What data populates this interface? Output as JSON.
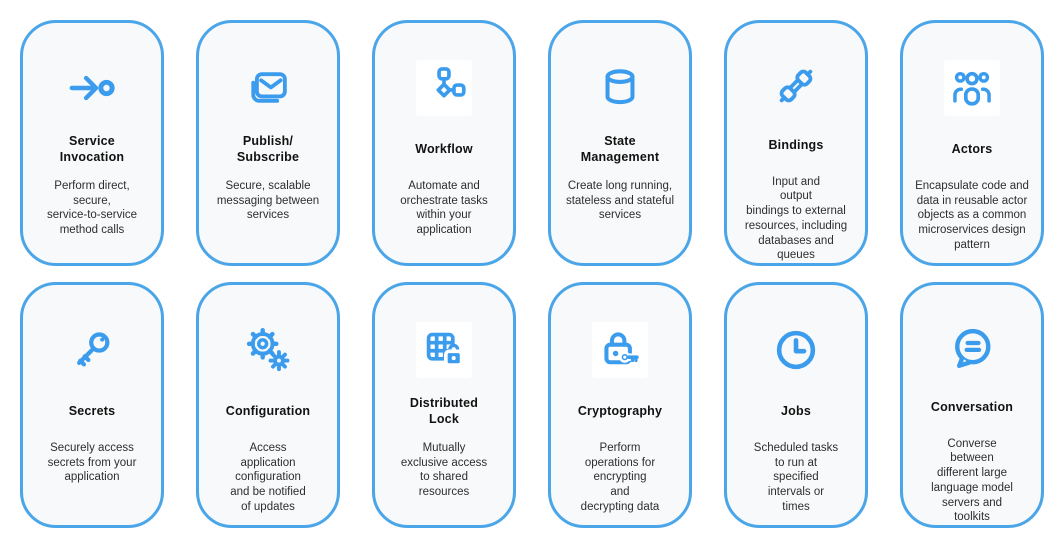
{
  "theme": {
    "card_border_color": "#4aa5e9",
    "icon_color": "#3b9cee",
    "card_background": "#f8f9fa",
    "tile_background": "#ffffff",
    "title_color": "#121212",
    "description_color": "#2e2e2e",
    "page_background": "#ffffff"
  },
  "grid": {
    "cards": [
      {
        "icon": "arrow-right-to-circle",
        "title": "Service\nInvocation",
        "description": "Perform direct,\nsecure,\nservice-to-service\nmethod calls"
      },
      {
        "icon": "envelope-stack",
        "title": "Publish/\nSubscribe",
        "description": "Secure, scalable\nmessaging between\nservices"
      },
      {
        "icon": "flowchart",
        "title": "Workflow",
        "description": "Automate and\norchestrate tasks\nwithin your\napplication"
      },
      {
        "icon": "database-cylinder",
        "title": "State\nManagement",
        "description": "Create long running,\nstateless and stateful\nservices"
      },
      {
        "icon": "plug-connection",
        "title": "Bindings",
        "description": "Input and\noutput\nbindings to external\nresources, including\ndatabases and\nqueues"
      },
      {
        "icon": "people-group",
        "title": "Actors",
        "description": "Encapsulate code and\ndata in reusable actor\nobjects as a common\nmicroservices design\npattern"
      },
      {
        "icon": "key",
        "title": "Secrets",
        "description": "Securely access\nsecrets from your\napplication"
      },
      {
        "icon": "gears",
        "title": "Configuration",
        "description": "Access\napplication\nconfiguration\nand be notified\nof updates"
      },
      {
        "icon": "grid-lock",
        "title": "Distributed\nLock",
        "description": "Mutually\nexclusive access\nto shared\nresources"
      },
      {
        "icon": "lock-key",
        "title": "Cryptography",
        "description": "Perform\noperations for\nencrypting\nand\ndecrypting data"
      },
      {
        "icon": "clock",
        "title": "Jobs",
        "description": "Scheduled tasks\nto run at\nspecified\nintervals or\ntimes"
      },
      {
        "icon": "chat-bubble",
        "title": "Conversation",
        "description": "Converse\nbetween\ndifferent large\nlanguage model\nservers and\ntoolkits"
      }
    ]
  }
}
